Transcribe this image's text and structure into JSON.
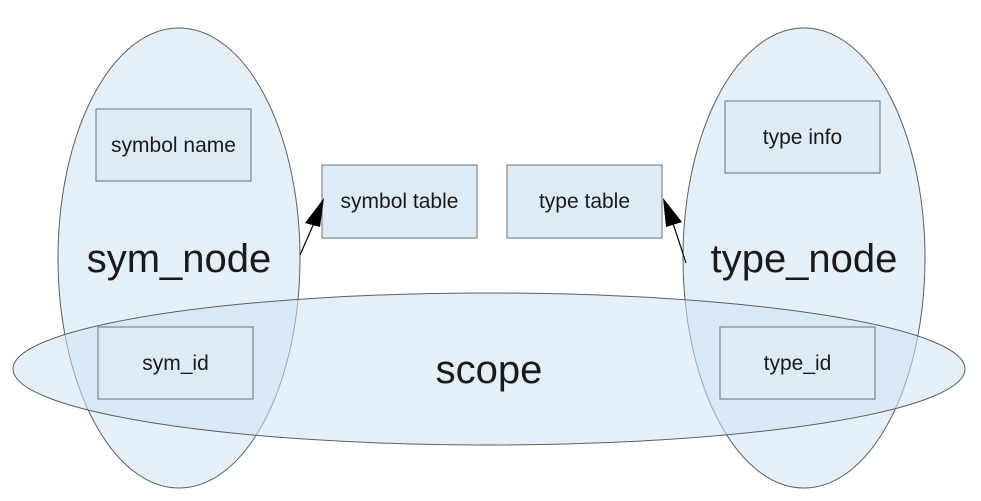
{
  "diagram": {
    "nodes": {
      "sym_node": {
        "label": "sym_node"
      },
      "type_node": {
        "label": "type_node"
      },
      "scope": {
        "label": "scope"
      }
    },
    "boxes": {
      "symbol_name": "symbol name",
      "symbol_table": "symbol table",
      "type_table": "type table",
      "type_info": "type info",
      "sym_id": "sym_id",
      "type_id": "type_id"
    },
    "edges": [
      {
        "from": "sym_node",
        "to": "symbol_table"
      },
      {
        "from": "type_node",
        "to": "type_table"
      }
    ],
    "colors": {
      "ellipse_fill": "#cfe2f3",
      "box_fill": "#ddebf7",
      "stroke": "#5a6066"
    }
  }
}
